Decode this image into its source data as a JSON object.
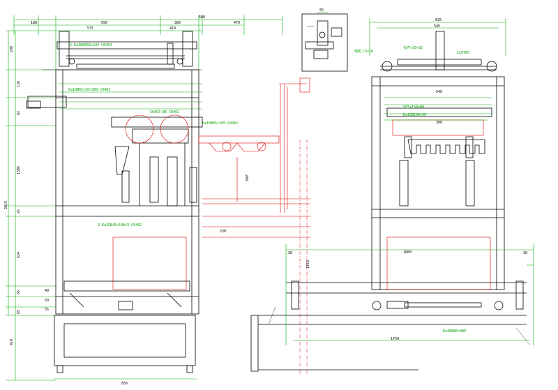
{
  "colors": {
    "dimension": "#00b000",
    "outline": "#000000",
    "reference": "#e00000",
    "background": "#ffffff"
  },
  "top_dims": {
    "d1": "188",
    "d2": "650",
    "d3": "575",
    "d4": "410",
    "d5": "380",
    "d6": "580",
    "d7": "470"
  },
  "left_dims": {
    "h1": "290",
    "h2": "126",
    "h3": "82",
    "h4": "1506",
    "h5": "26",
    "h6": "624",
    "h7": "56",
    "h8": "2015",
    "h9": "410",
    "h10": "65"
  },
  "left_labels": {
    "rail": "2-Ka30Ø650×104-C0464",
    "cyl_upper": "Ka10Ø65×20×300-C0462",
    "cyl_mid": "C0463-Ø5-C0461",
    "guide": "Ka10Ø65×105-C0462",
    "lower": "2-Ka35Ø45×100×V-C0462"
  },
  "red_dims": {
    "r1": "230",
    "r2": "240",
    "r3": "1763"
  },
  "right_dims": {
    "w1": "625",
    "w2": "545",
    "w3": "540",
    "w4": "300",
    "w5": "1660",
    "w6": "30",
    "w7": "30",
    "w8": "1750"
  },
  "right_labels": {
    "motor": "电机",
    "l1": "C3×10",
    "l2": "代件×25×32",
    "l3": "LC0705",
    "cyl_a": "SC5×150×Ø0",
    "cyl_b": "Ka10Ø100×50",
    "base": "Ka35Ø80×400"
  },
  "inset_dim": "55",
  "base_width": "850",
  "small_dims": {
    "a": "55",
    "b": "50",
    "c": "40"
  }
}
